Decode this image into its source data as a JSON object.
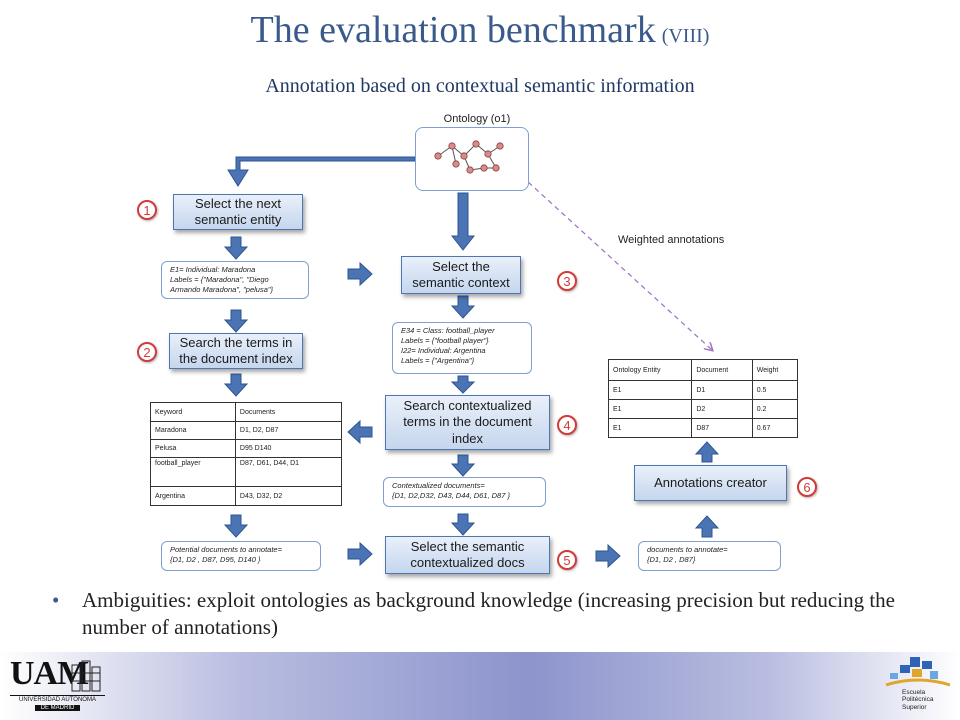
{
  "title": {
    "main": "The evaluation benchmark",
    "suffix": "(VIII)"
  },
  "subtitle": "Annotation based on contextual semantic information",
  "diagram": {
    "ontology_label": "Ontology (o1)",
    "weighted_label": "Weighted annotations",
    "steps": {
      "select_entity": "Select the next semantic entity",
      "select_context": "Select the semantic context",
      "search_terms": "Search the terms in the document index",
      "search_contextualized": "Search contextualized terms in the document index",
      "select_docs": "Select the semantic contextualized docs",
      "annotations_creator": "Annotations creator"
    },
    "badges": [
      "1",
      "2",
      "3",
      "4",
      "5",
      "6"
    ],
    "notes": {
      "entity": [
        "E1= Individual: Maradona",
        "Labels = {\"Maradona\", \"Diego",
        "Armando Maradona\", \"pelusa\"}"
      ],
      "context": [
        "E34 = Class: football_player",
        "Labels = {\"football player\"}",
        "I22= Individual: Argentina",
        "Labels = {\"Argentina\"}"
      ],
      "contextualized_docs": [
        "Contextualized documents=",
        "{D1, D2,D32, D43, D44, D61, D87 }"
      ],
      "potential_docs": [
        "Potential documents to annotate=",
        "{D1, D2 , D87, D95, D140 }"
      ],
      "docs_to_annotate": [
        "documents to annotate=",
        "{D1, D2 , D87}"
      ]
    },
    "keyword_table": {
      "headers": [
        "Keyword",
        "Documents"
      ],
      "rows": [
        [
          "Maradona",
          "D1, D2, D87"
        ],
        [
          "Pelusa",
          "D95 D140"
        ],
        [
          "football_player",
          "D87, D61, D44, D1"
        ],
        [
          "Argentina",
          "D43, D32, D2"
        ]
      ]
    },
    "annotation_table": {
      "headers": [
        "Ontology Entity",
        "Document",
        "Weight"
      ],
      "rows": [
        [
          "E1",
          "D1",
          "0.5"
        ],
        [
          "E1",
          "D2",
          "0.2"
        ],
        [
          "E1",
          "D87",
          "0.67"
        ]
      ]
    }
  },
  "bullet": "Ambiguities: exploit ontologies as background knowledge (increasing precision but reducing the number of annotations)",
  "footer": {
    "logo_left": "UAM",
    "logo_left_sub": [
      "UNIVERSIDAD AUTONOMA",
      "DE MADRID"
    ],
    "logo_right": [
      "Escuela",
      "Politécnica",
      "Superior"
    ]
  }
}
